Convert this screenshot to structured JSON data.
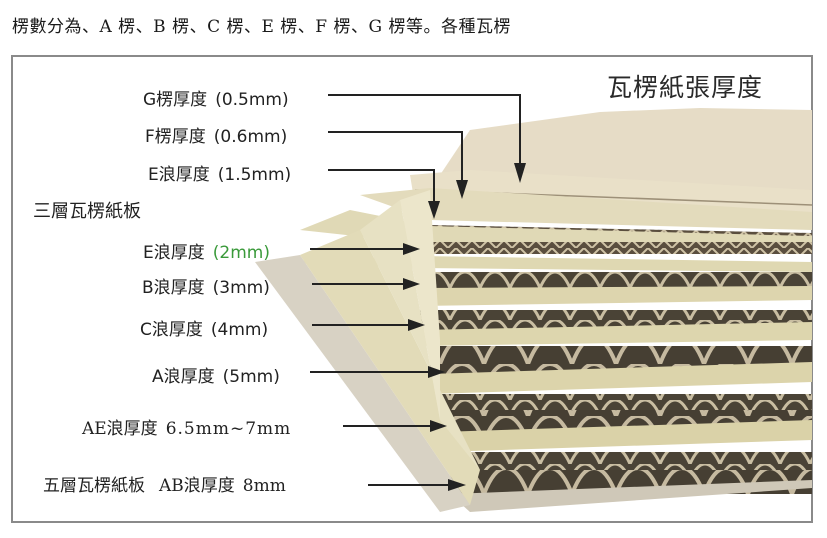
{
  "heading": "楞數分為、A 楞、B 楞、C 楞、E 楞、F 楞、G 楞等。各種瓦楞",
  "diagram": {
    "title": "瓦楞紙張厚度",
    "section_three_layer": "三層瓦楞紙板",
    "section_five_layer": "五層瓦楞紙板",
    "labels": [
      {
        "name": "G楞厚度",
        "value": "(0.5mm)"
      },
      {
        "name": "F楞厚度",
        "value": "(0.6mm)"
      },
      {
        "name": "E浪厚度",
        "value": "(1.5mm)"
      },
      {
        "name": "E浪厚度",
        "value": "(2mm)",
        "highlight_color": "#3a9a3a"
      },
      {
        "name": "B浪厚度",
        "value": "(3mm)"
      },
      {
        "name": "C浪厚度",
        "value": "(4mm)"
      },
      {
        "name": "A浪厚度",
        "value": "(5mm)"
      },
      {
        "name": "AE浪厚度",
        "value": "6.5mm~7mm"
      },
      {
        "name": "AB浪厚度",
        "value": "8mm"
      }
    ]
  },
  "colors": {
    "frame_border": "#8a8a8a",
    "board_top": "#e8dcc4",
    "board_face": "#ddd6b0",
    "flute": "#b9ad92",
    "arrow": "#222222",
    "highlight": "#3a9a3a"
  }
}
